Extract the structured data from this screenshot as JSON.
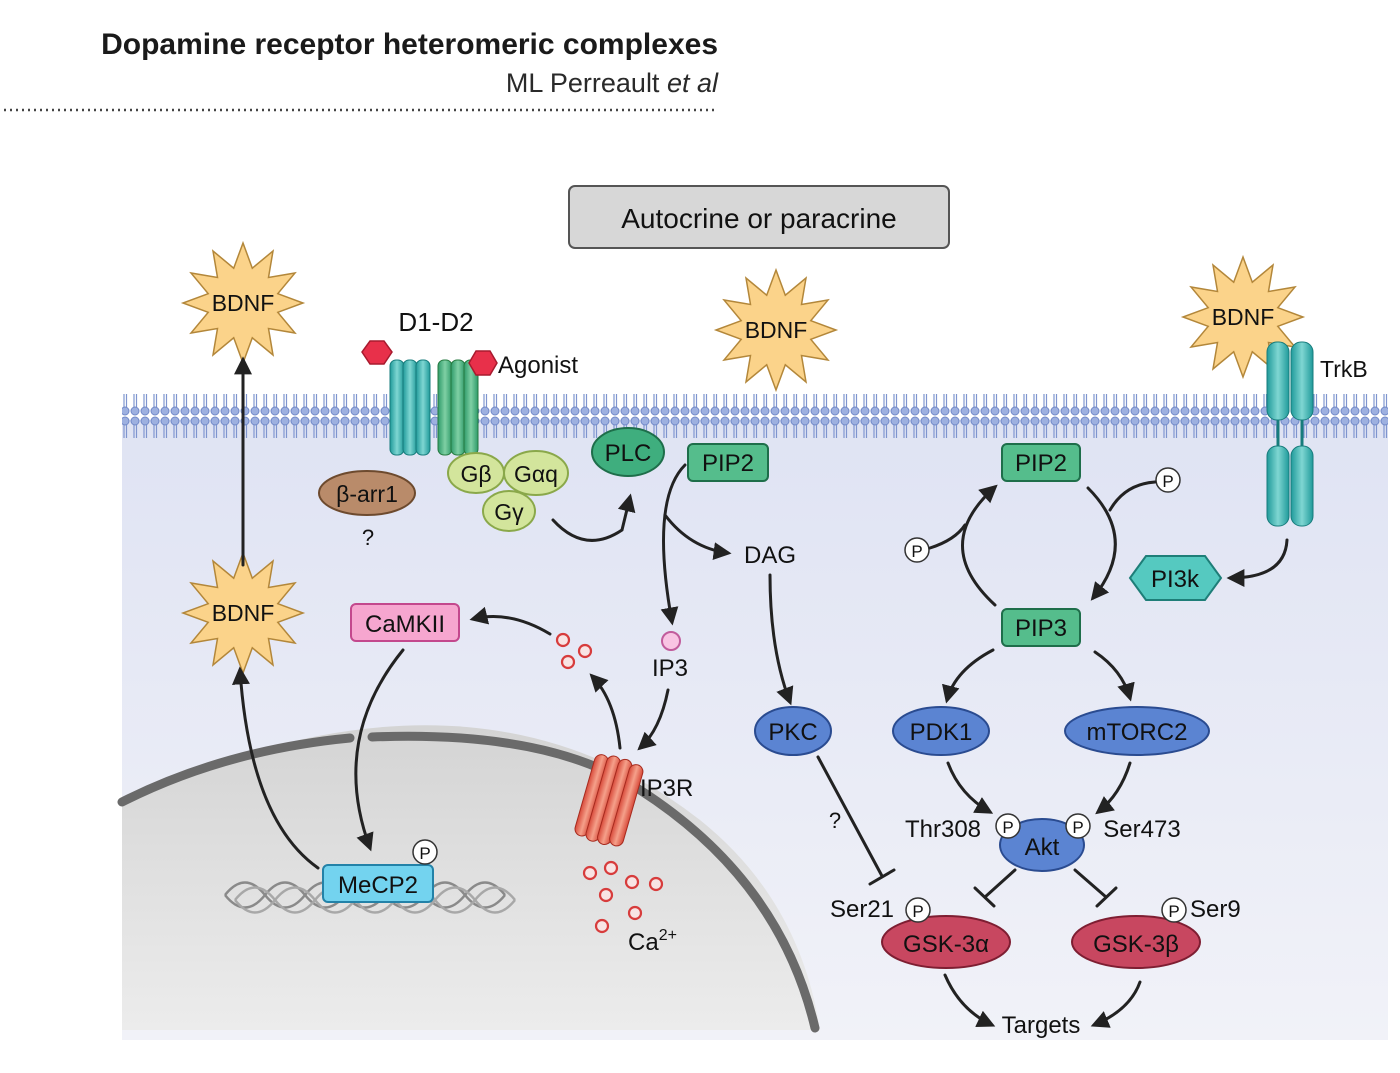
{
  "header": {
    "title": "Dopamine receptor heteromeric complexes",
    "authors_main": "ML Perreault ",
    "authors_italic": "et al"
  },
  "diagram": {
    "banner": "Autocrine or paracrine",
    "bdnf": "BDNF",
    "d1d2": "D1-D2",
    "agonist": "Agonist",
    "trkb": "TrkB",
    "gb": "Gβ",
    "gaq": "Gαq",
    "gg": "Gγ",
    "barr": "β-arr1",
    "plc": "PLC",
    "pip2": "PIP2",
    "pip3": "PIP3",
    "dag": "DAG",
    "ip3": "IP3",
    "ip3r": "IP3R",
    "camkii": "CaMKII",
    "mecp2": "MeCP2",
    "pkc": "PKC",
    "pi3k": "PI3k",
    "pdk1": "PDK1",
    "mtorc2": "mTORC2",
    "akt": "Akt",
    "thr308": "Thr308",
    "ser473": "Ser473",
    "ser21": "Ser21",
    "ser9": "Ser9",
    "gsk3a": "GSK-3α",
    "gsk3b": "GSK-3β",
    "targets": "Targets",
    "ca": "Ca",
    "ca_sup": "2+",
    "p": "P",
    "q": "?"
  },
  "colors": {
    "membrane": "#8ba0d6",
    "cytoplasm": "#e4e7f4",
    "nucleus": "#d9d9d9",
    "green_box": "#3fae7e",
    "blue_oval": "#4f78c4",
    "red_oval": "#c84760",
    "teal": "#3fb4b0"
  }
}
